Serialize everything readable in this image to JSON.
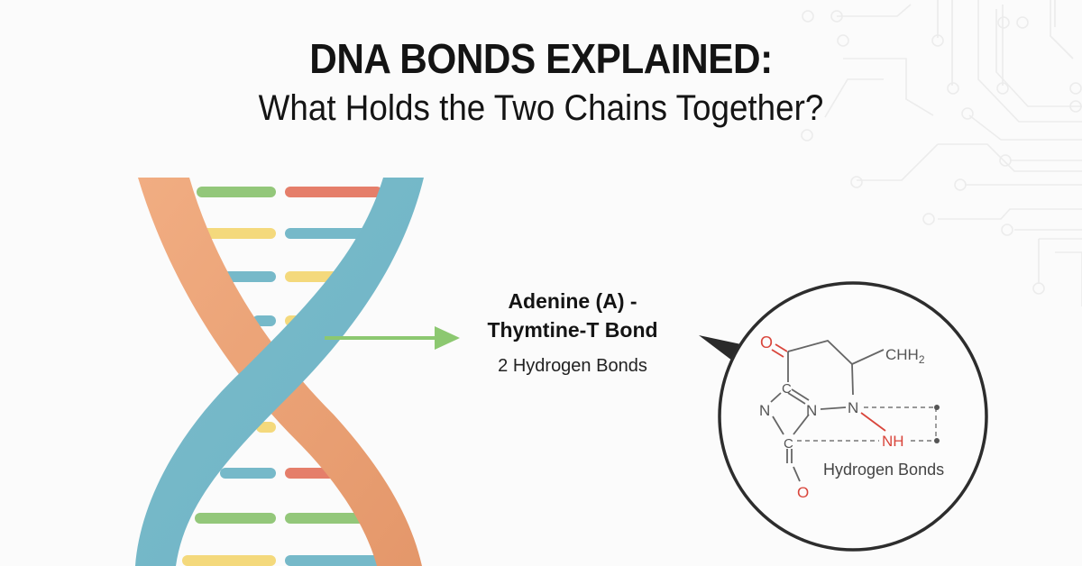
{
  "header": {
    "title": "DNA BONDS EXPLAINED:",
    "subtitle": "What Holds the Two Chains Together?"
  },
  "callout": {
    "title_line1": "Adenine (A) -",
    "title_line2": "Thymtine-T Bond",
    "subtitle": "2 Hydrogen Bonds",
    "arrow_color": "#8cc870"
  },
  "molecule": {
    "atoms": {
      "o_top": "O",
      "c_upper": "C",
      "n_left": "N",
      "n_mid": "N",
      "n_right": "N",
      "c_lower": "C",
      "o_bottom": "O",
      "nh": "NH",
      "chh2": "CHH",
      "chh2_sub": "2"
    },
    "bond_label": "Hydrogen Bonds"
  },
  "colors": {
    "strand_orange": "#eda57a",
    "strand_blue": "#76b9c9",
    "base_green": "#93c77a",
    "base_red": "#e57e6a",
    "base_yellow": "#f4d97c",
    "base_blue": "#76b9c9",
    "atom_red": "#d9453b"
  }
}
